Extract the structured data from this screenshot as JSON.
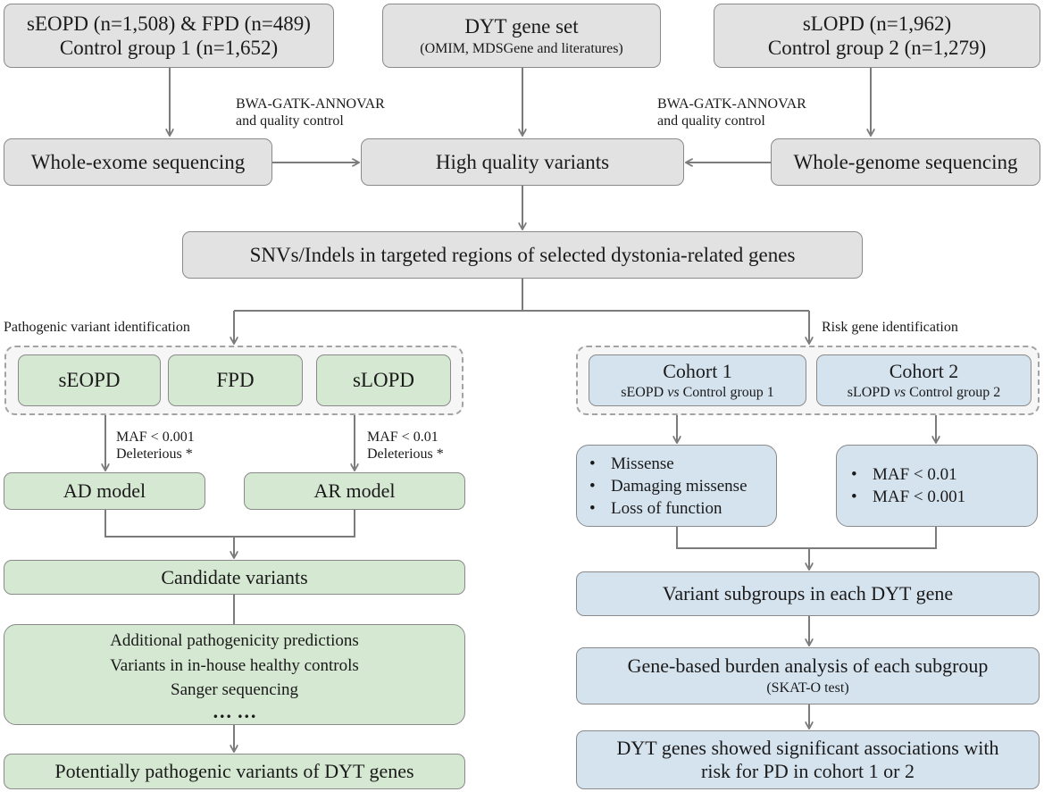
{
  "top": {
    "left": {
      "line1": "sEOPD (n=1,508) & FPD (n=489)",
      "line2": "Control group 1 (n=1,652)"
    },
    "center": {
      "line1": "DYT gene set",
      "line2": "(OMIM, MDSGene and literatures)"
    },
    "right": {
      "line1": "sLOPD (n=1,962)",
      "line2": "Control group 2 (n=1,279)"
    }
  },
  "pipeline_labels": {
    "left": {
      "line1": "BWA-GATK-ANNOVAR",
      "line2": "and quality control"
    },
    "right": {
      "line1": "BWA-GATK-ANNOVAR",
      "line2": "and quality control"
    }
  },
  "sequencing": {
    "wes": "Whole-exome sequencing",
    "hqv": "High quality variants",
    "wgs": "Whole-genome sequencing"
  },
  "snv": "SNVs/Indels in targeted regions of selected dystonia-related genes",
  "branch_labels": {
    "left": "Pathogenic variant identification",
    "right": "Risk gene identification"
  },
  "pathogenic": {
    "groups": [
      "sEOPD",
      "FPD",
      "sLOPD"
    ],
    "filter_ad": {
      "line1": "MAF < 0.001",
      "line2": "Deleterious *"
    },
    "filter_ar": {
      "line1": "MAF < 0.01",
      "line2": "Deleterious *"
    },
    "ad_model": "AD model",
    "ar_model": "AR model",
    "candidate": "Candidate variants",
    "additional": [
      "Additional pathogenicity predictions",
      "Variants in in-house healthy controls",
      "Sanger sequencing",
      "… …"
    ],
    "final": "Potentially pathogenic variants of DYT genes"
  },
  "risk": {
    "cohort1": {
      "title": "Cohort 1",
      "pre": "sEOPD ",
      "vs": "vs",
      "post": " Control group 1"
    },
    "cohort2": {
      "title": "Cohort 2",
      "pre": "sLOPD ",
      "vs": "vs",
      "post": " Control group 2"
    },
    "variant_types": [
      "Missense",
      "Damaging missense",
      "Loss of function"
    ],
    "maf_thresholds": [
      "MAF < 0.01",
      "MAF < 0.001"
    ],
    "subgroups": "Variant subgroups in each DYT gene",
    "burden": {
      "line1": "Gene-based burden analysis of each subgroup",
      "line2": "(SKAT-O test)"
    },
    "final": {
      "line1": "DYT genes showed significant associations with",
      "line2": "risk for PD in cohort 1 or 2"
    }
  },
  "colors": {
    "gray_fill": "#e2e2e2",
    "green_fill": "#d5e8d2",
    "blue_fill": "#d5e3ef",
    "border": "#8a8a8a",
    "arrow": "#7b7b7b"
  }
}
